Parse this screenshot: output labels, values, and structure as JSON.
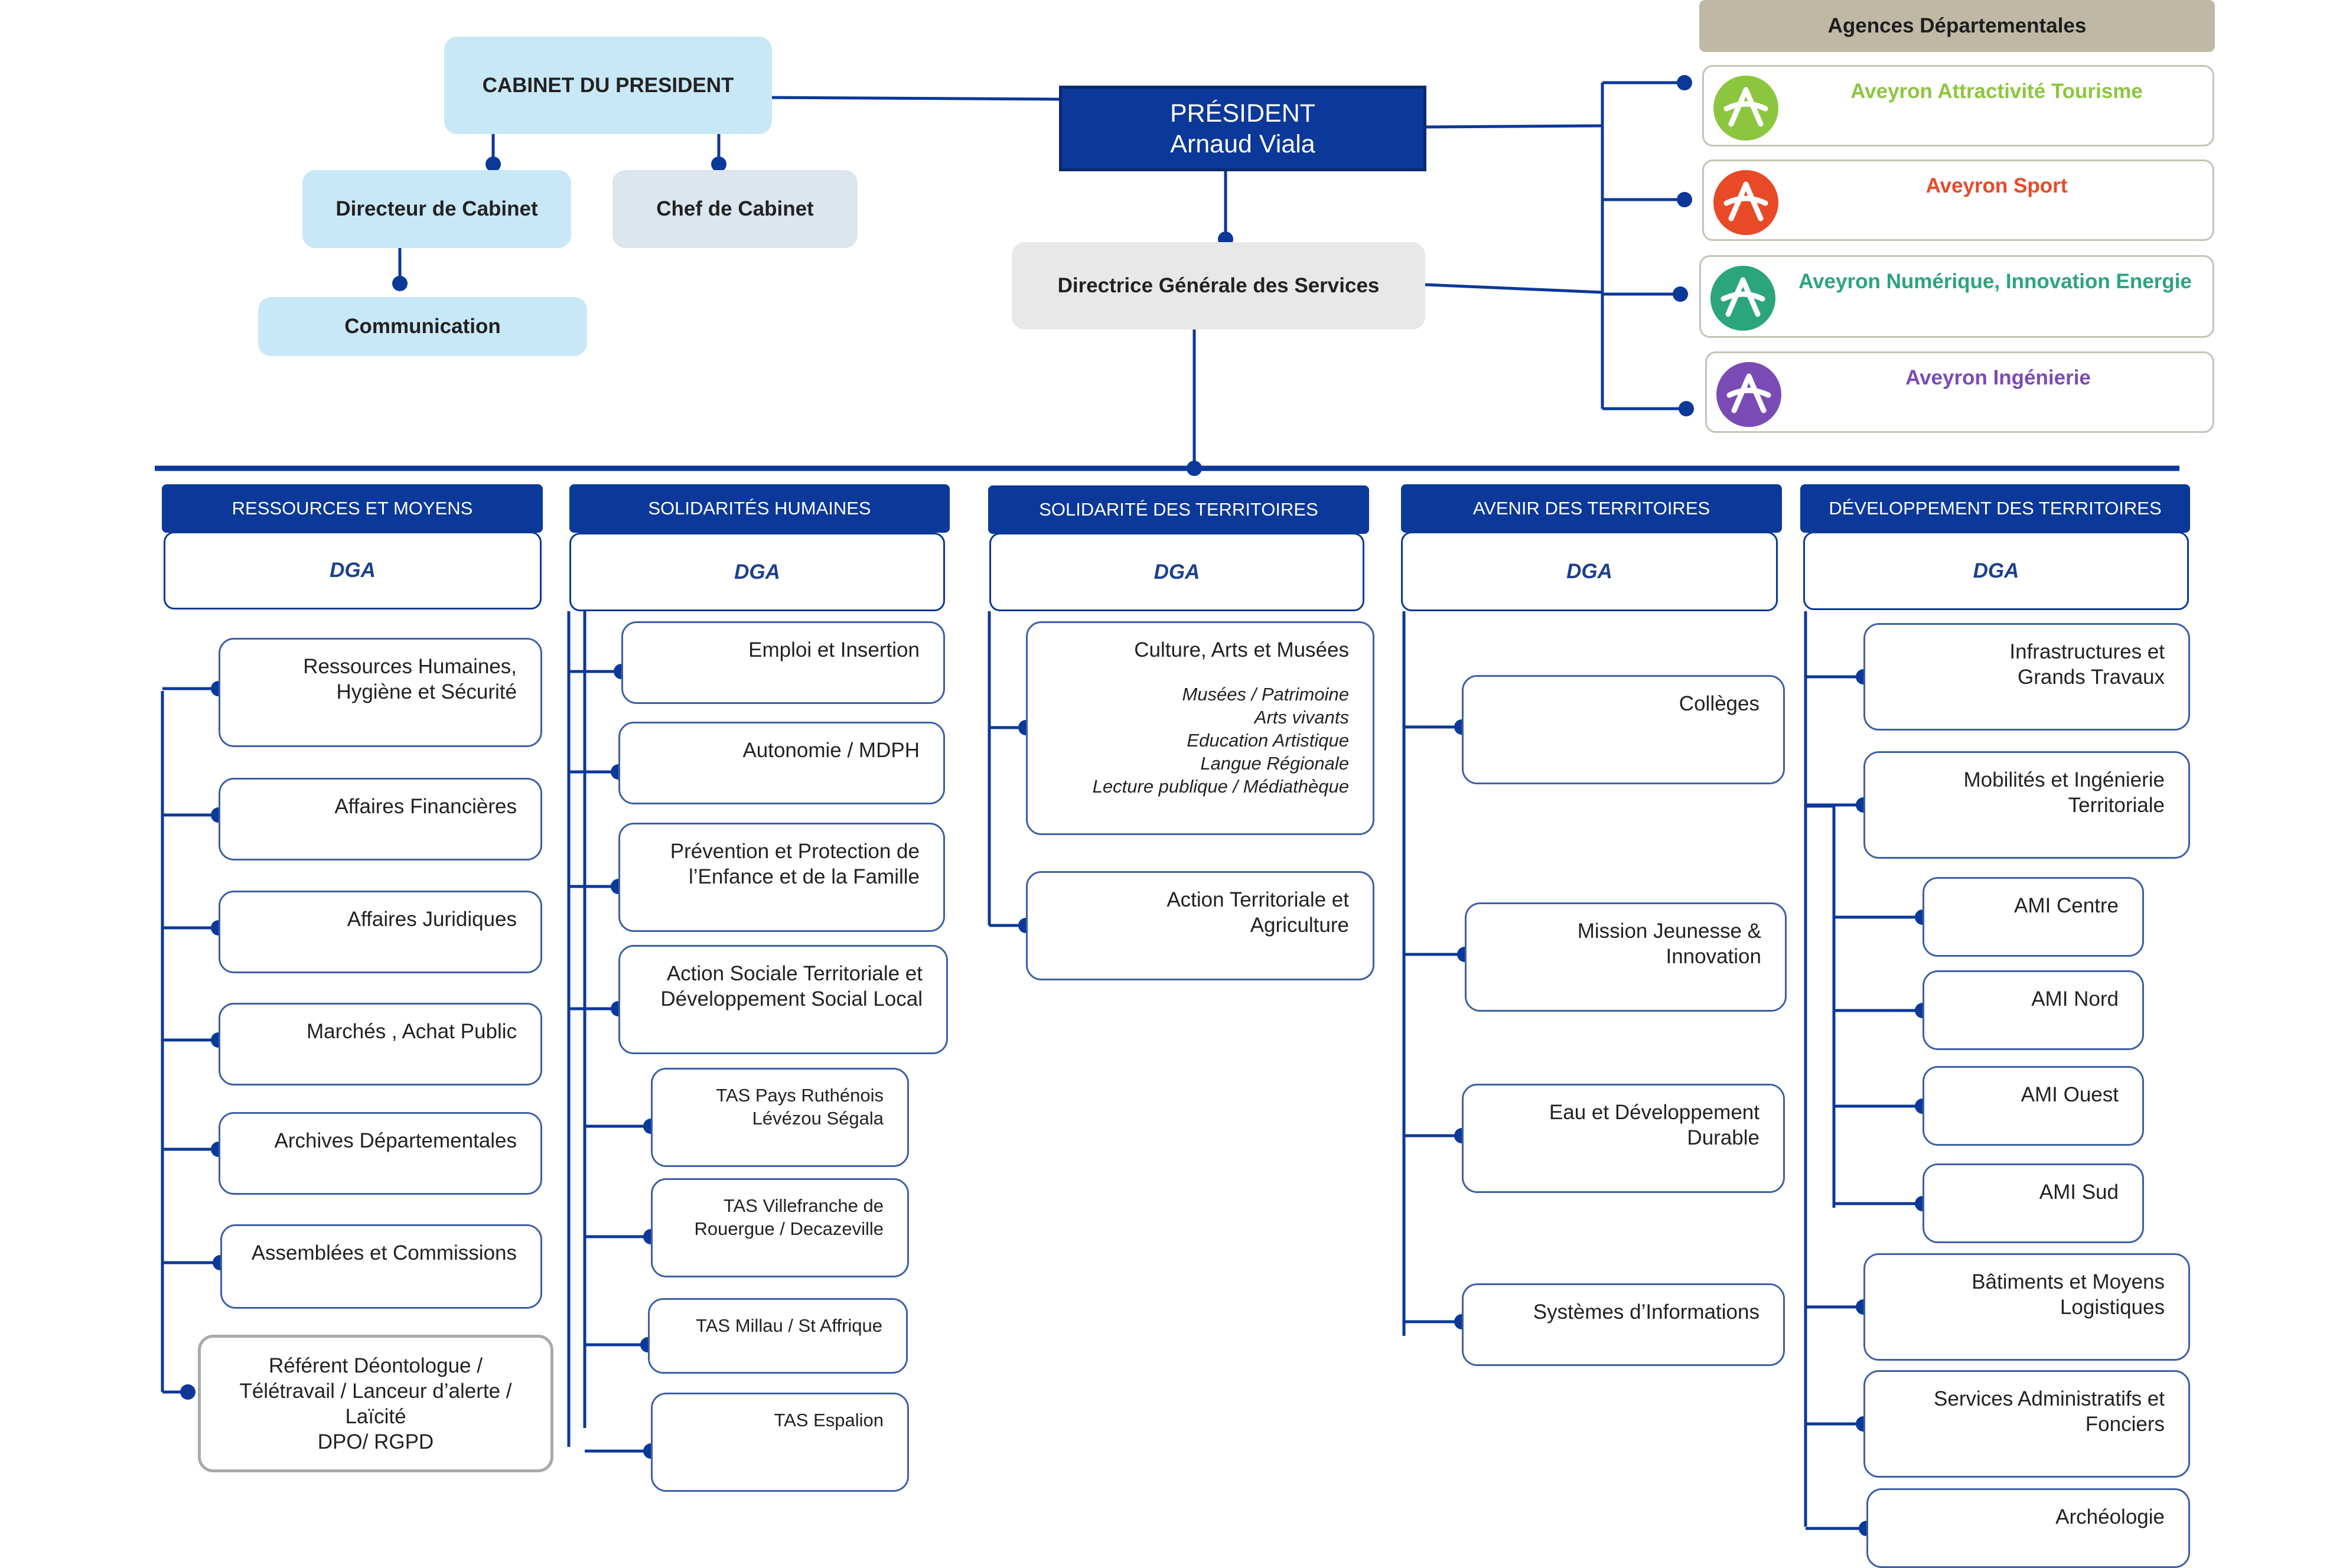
{
  "president": {
    "title": "PRÉSIDENT",
    "name": "Arnaud Viala"
  },
  "cabinet": {
    "title": "CABINET DU PRESIDENT",
    "directeur": "Directeur de Cabinet",
    "chef": "Chef de Cabinet",
    "communication": "Communication"
  },
  "dgs": "Directrice Générale des Services",
  "agencies": {
    "header": "Agences Départementales",
    "items": [
      {
        "name": "Aveyron Attractivité Tourisme",
        "color": "#8cc63f"
      },
      {
        "name": "Aveyron Sport",
        "color": "#e84a27"
      },
      {
        "name": "Aveyron Numérique, Innovation Energie",
        "color": "#2aa57c"
      },
      {
        "name": "Aveyron Ingénierie",
        "color": "#7b4bb5"
      }
    ]
  },
  "dga_label": "DGA",
  "poles": [
    {
      "header": "RESSOURCES ET MOYENS",
      "services": [
        {
          "label": "Ressources Humaines,\nHygiène et  Sécurité"
        },
        {
          "label": "Affaires Financières"
        },
        {
          "label": "Affaires Juridiques"
        },
        {
          "label": "Marchés , Achat Public"
        },
        {
          "label": "Archives Départementales"
        },
        {
          "label": "Assemblées et Commissions"
        },
        {
          "label": "Référent Déontologue /\nTélétravail / Lanceur d’alerte /\nLaïcité\nDPO/ RGPD"
        }
      ]
    },
    {
      "header": "SOLIDARITÉS HUMAINES",
      "services": [
        {
          "label": "Emploi et Insertion"
        },
        {
          "label": "Autonomie / MDPH"
        },
        {
          "label": "Prévention et Protection de\nl’Enfance et de la Famille"
        },
        {
          "label": "Action Sociale Territoriale et\nDéveloppement Social Local"
        },
        {
          "label": "TAS Pays Ruthénois\nLévézou Ségala"
        },
        {
          "label": "TAS Villefranche de\nRouergue / Decazeville"
        },
        {
          "label": "TAS Millau / St Affrique"
        },
        {
          "label": "TAS Espalion"
        }
      ]
    },
    {
      "header": "SOLIDARITÉ DES TERRITOIRES",
      "services": [
        {
          "label": "Culture, Arts et Musées",
          "sub": "Musées / Patrimoine\nArts vivants\nEducation Artistique\nLangue Régionale\nLecture publique / Médiathèque"
        },
        {
          "label": "Action Territoriale et\nAgriculture"
        }
      ]
    },
    {
      "header": "AVENIR DES TERRITOIRES",
      "services": [
        {
          "label": "Collèges"
        },
        {
          "label": "Mission Jeunesse &\nInnovation"
        },
        {
          "label": "Eau et Développement\nDurable"
        },
        {
          "label": "Systèmes d’Informations"
        }
      ]
    },
    {
      "header": "DÉVELOPPEMENT DES TERRITOIRES",
      "services": [
        {
          "label": "Infrastructures et\nGrands Travaux"
        },
        {
          "label": "Mobilités et Ingénierie\nTerritoriale"
        },
        {
          "label": "AMI Centre"
        },
        {
          "label": "AMI Nord"
        },
        {
          "label": "AMI Ouest"
        },
        {
          "label": "AMI Sud"
        },
        {
          "label": "Bâtiments et Moyens\nLogistiques"
        },
        {
          "label": "Services Administratifs et\nFonciers"
        },
        {
          "label": "Archéologie"
        }
      ]
    }
  ]
}
